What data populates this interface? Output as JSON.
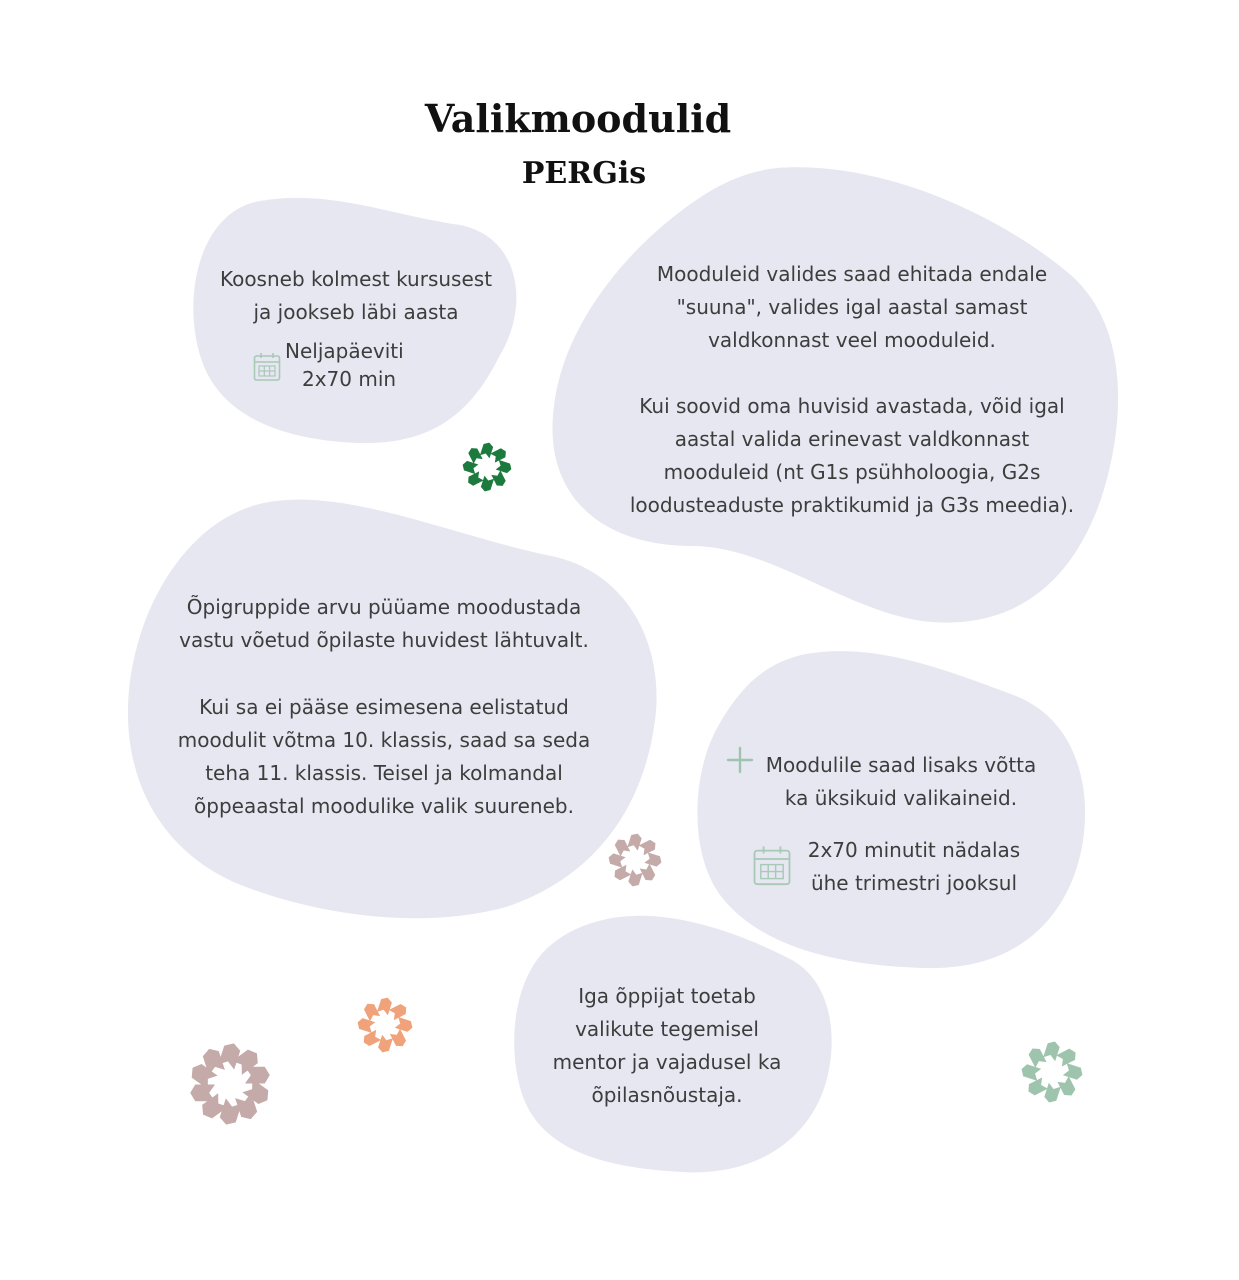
{
  "title": "Valikmoodulid",
  "subtitle": "PERGis",
  "colors": {
    "blob": "#e6e7f1",
    "green_dark": "#1d7a3f",
    "mauve": "#c4aaa8",
    "orange": "#f0a27a",
    "sage": "#9fc4ae",
    "icon": "#a8c9b6"
  },
  "card1": {
    "text": "Koosneb kolmest kursusest\nja jookseb läbi aasta",
    "schedule_day": "Neljapäeviti",
    "schedule_time": "2x70 min",
    "icon": "calendar-icon"
  },
  "card2": {
    "paragraph1": "Mooduleid valides saad ehitada endale\n\"suuna\", valides igal aastal samast\nvaldkonnast veel mooduleid.",
    "paragraph2": "Kui soovid oma huvisid avastada, võid igal\naastal valida erinevast valdkonnast\nmooduleid (nt G1s psühholoogia, G2s\nloodusteaduste praktikumid ja G3s meedia)."
  },
  "card3": {
    "paragraph1": "Õpigruppide arvu püüame moodustada\nvastu võetud õpilaste huvidest lähtuvalt.",
    "paragraph2": "Kui sa ei pääse esimesena eelistatud\nmoodulit võtma 10. klassis, saad sa seda\nteha 11. klassis. Teisel ja kolmandal\nõppeaastal moodulike valik suureneb."
  },
  "card4": {
    "text": "Moodulile saad lisaks võtta\nka üksikuid valikaineid.",
    "schedule": "2x70 minutit nädalas\nühe trimestri jooksul",
    "icons": [
      "plus-icon",
      "calendar-icon"
    ]
  },
  "card5": {
    "text": "Iga õppijat toetab\nvalikute tegemisel\nmentor ja vajadusel ka\nõpilasnõustaja."
  }
}
